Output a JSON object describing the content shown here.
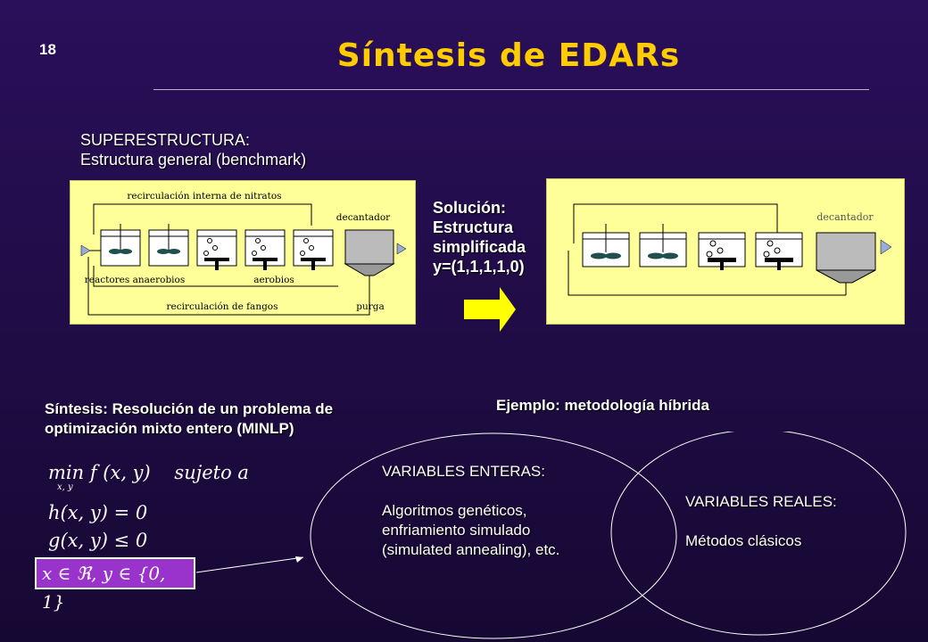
{
  "slide": {
    "number": "18",
    "title": "Síntesis de EDARs"
  },
  "superstructure": {
    "line1": "SUPERESTRUCTURA:",
    "line2": "Estructura general (benchmark)"
  },
  "diagram_left": {
    "top_label": "recirculación interna de nitratos",
    "decanter_label": "decantador",
    "anaerobic_label": "reactores anaerobios",
    "aerobic_label": "aerobios",
    "sludge_label": "recirculación de fangos",
    "purge_label": "purga"
  },
  "solution": {
    "line1": "Solución:",
    "line2": "Estructura",
    "line3": "simplificada",
    "line4": "y=(1,1,1,1,0)"
  },
  "diagram_right": {
    "decanter_label": "decantador"
  },
  "synthesis": {
    "line1": "Síntesis: Resolución de un problema de",
    "line2": "optimización mixto entero (MINLP)"
  },
  "formulas": {
    "objective": "min f (x, y)",
    "objective_sub": "x, y",
    "subject_to": "sujeto a",
    "equality": "h(x, y) = 0",
    "inequality": "g(x, y) ≤ 0",
    "domain": "x ∈ ℜ, y ∈ {0, 1}"
  },
  "example": {
    "heading": "Ejemplo: metodología híbrida"
  },
  "integer_vars": {
    "title": "VARIABLES ENTERAS:",
    "line1": "Algoritmos genéticos,",
    "line2": "enfriamiento simulado",
    "line3": "(simulated annealing), etc."
  },
  "real_vars": {
    "title": "VARIABLES REALES:",
    "line1": "Métodos clásicos"
  },
  "colors": {
    "title": "#ffcc00",
    "panel": "#ffff99",
    "arrow": "#ffff00",
    "domain_box": "#9933cc"
  }
}
